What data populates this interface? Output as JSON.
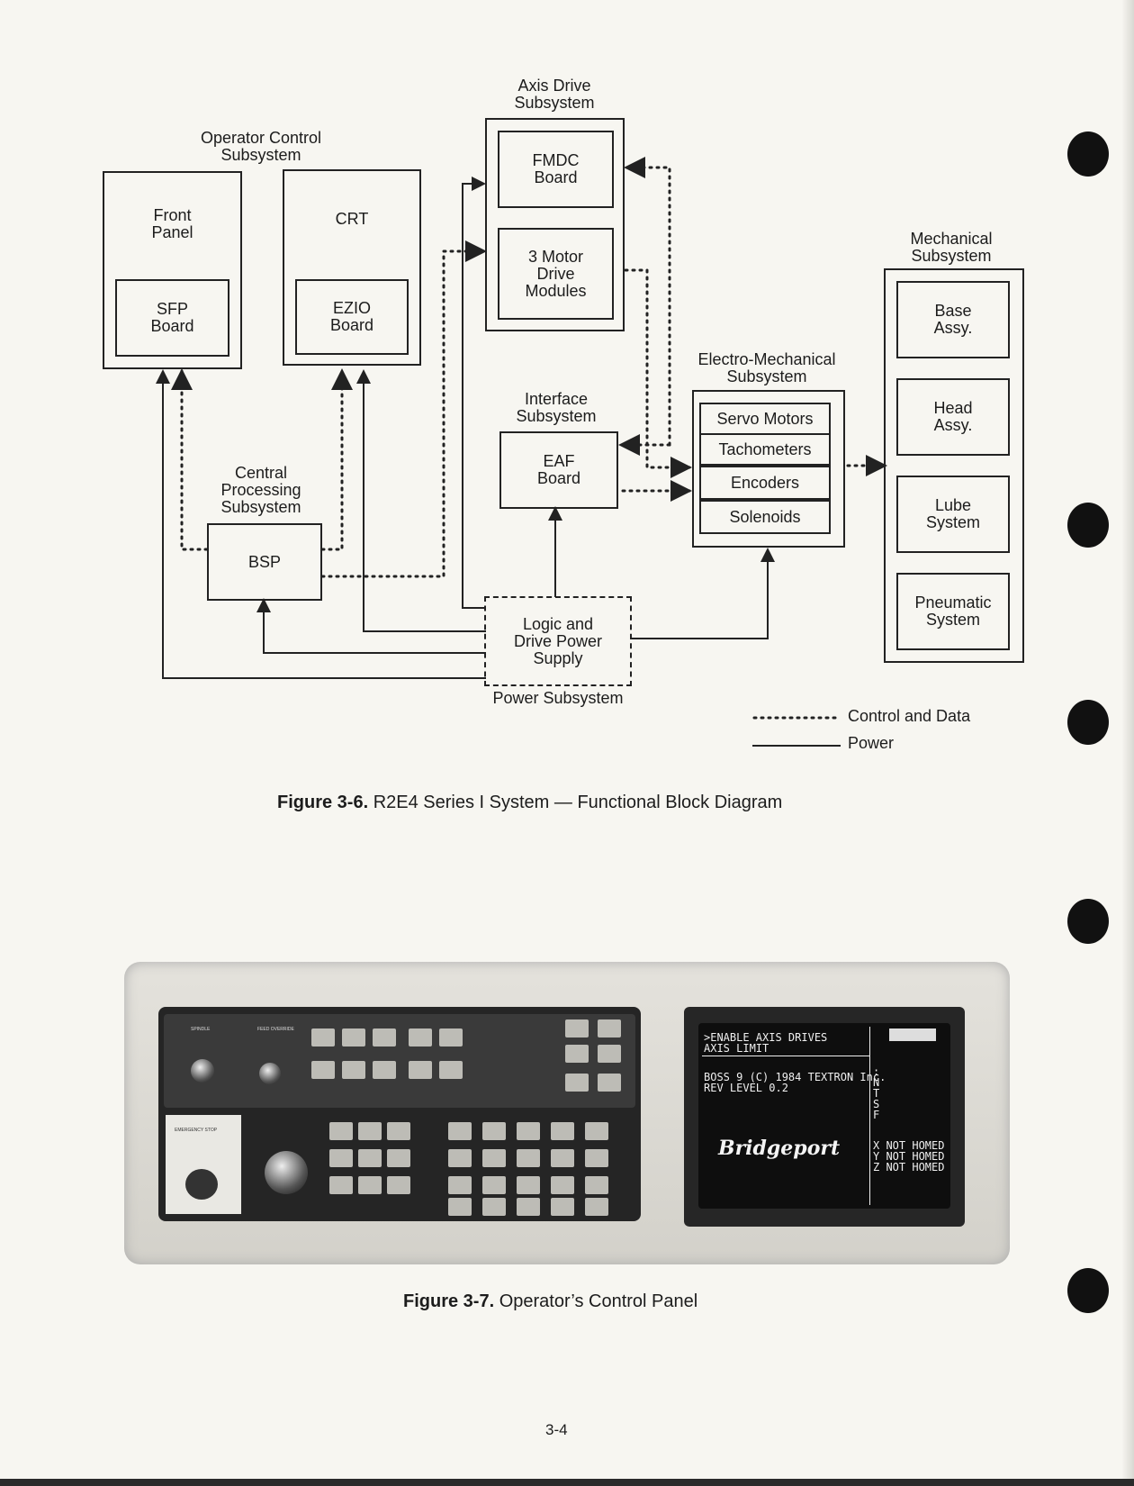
{
  "diagram": {
    "group_labels": {
      "axis_drive": "Axis Drive\nSubsystem",
      "operator_control": "Operator Control\nSubsystem",
      "mechanical": "Mechanical\nSubsystem",
      "electro_mechanical": "Electro-Mechanical\nSubsystem",
      "interface": "Interface\nSubsystem",
      "central_processing": "Central\nProcessing\nSubsystem",
      "power": "Power Subsystem"
    },
    "blocks": {
      "front_panel": "Front\nPanel",
      "sfp_board": "SFP\nBoard",
      "crt": "CRT",
      "ezio_board": "EZIO\nBoard",
      "fmdc_board": "FMDC\nBoard",
      "motor_drive_modules": "3 Motor\nDrive\nModules",
      "eaf_board": "EAF\nBoard",
      "bsp": "BSP",
      "logic_drive_power": "Logic and\nDrive Power\nSupply"
    },
    "electro_mechanical_items": [
      "Servo Motors",
      "Tachometers",
      "Encoders",
      "Solenoids"
    ],
    "mechanical_items": [
      "Base\nAssy.",
      "Head\nAssy.",
      "Lube\nSystem",
      "Pneumatic\nSystem"
    ],
    "legend": {
      "control_data": "Control and Data",
      "power": "Power"
    }
  },
  "figure_3_6": {
    "number": "Figure 3-6.",
    "title": "R2E4 Series I System — Functional Block Diagram"
  },
  "photo": {
    "crt_lines": {
      "header": ">ENABLE AXIS DRIVES\nAXIS LIMIT",
      "version": "BOSS 9 (C) 1984 TEXTRON Inc.\nREV LEVEL 0.2",
      "side_letters": ":\nN\nT\nS\nF",
      "axis_status": "X NOT HOMED\nY NOT HOMED\nZ NOT HOMED"
    },
    "brand": "Bridgeport",
    "console_labels": {
      "emergency_stop": "EMERGENCY STOP",
      "spindle": "SPINDLE",
      "feed_override": "FEED OVERRIDE"
    }
  },
  "figure_3_7": {
    "number": "Figure 3-7.",
    "title": "Operator’s Control Panel"
  },
  "page_number": "3-4"
}
